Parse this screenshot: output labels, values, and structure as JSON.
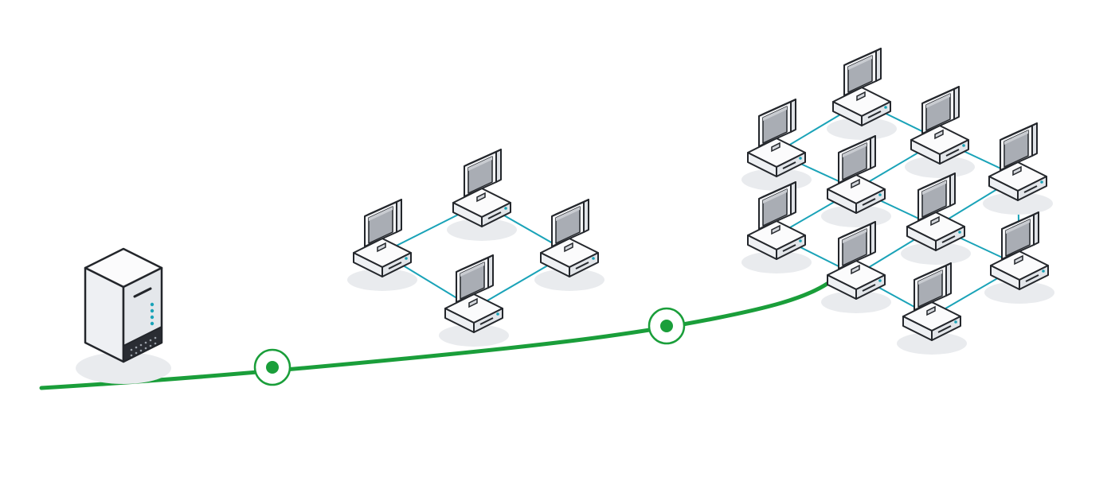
{
  "colors": {
    "background": "#ffffff",
    "growth_curve": "#1a9e3a",
    "milestone_ring": "#1a9e3a",
    "milestone_fill": "#ffffff",
    "link": "#1aa3b8",
    "device_body": "#f4f5f7",
    "device_outline": "#23262b",
    "screen": "#a9adb4",
    "screen_highlight": "#c9ccd1",
    "server_dark": "#2a2d33",
    "led": "#1aa3b8",
    "shadow": "#e9ebee"
  },
  "icons": {
    "server": "server-icon",
    "workstation": "computer-icon",
    "milestone": "milestone-dot-icon"
  },
  "diagram": {
    "server": {
      "name": "server"
    },
    "milestones": [
      {
        "name": "milestone-1"
      },
      {
        "name": "milestone-2"
      }
    ],
    "clusters": [
      {
        "name": "small-network",
        "nodes": [
          "node-top",
          "node-left",
          "node-right",
          "node-bottom"
        ],
        "links": [
          [
            0,
            1
          ],
          [
            0,
            2
          ],
          [
            1,
            3
          ],
          [
            2,
            3
          ]
        ]
      },
      {
        "name": "large-network",
        "nodes": [
          "node-top",
          "node-upper-left",
          "node-upper-right",
          "node-center",
          "node-far-right-top",
          "node-left-mid",
          "node-center-right",
          "node-lower-center",
          "node-far-right-bottom",
          "node-bottom"
        ],
        "links": [
          [
            0,
            1
          ],
          [
            0,
            2
          ],
          [
            1,
            3
          ],
          [
            2,
            3
          ],
          [
            2,
            4
          ],
          [
            3,
            5
          ],
          [
            3,
            6
          ],
          [
            4,
            6
          ],
          [
            5,
            7
          ],
          [
            6,
            7
          ],
          [
            6,
            8
          ],
          [
            4,
            8
          ],
          [
            7,
            9
          ],
          [
            8,
            9
          ]
        ]
      }
    ]
  }
}
